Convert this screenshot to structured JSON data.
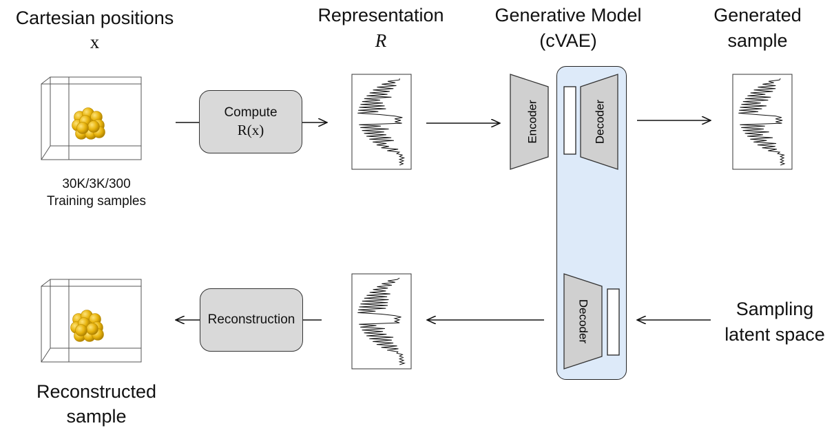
{
  "titles": {
    "cartesian_line1": "Cartesian positions",
    "cartesian_symbol": "x",
    "representation_line1": "Representation",
    "representation_symbol": "R",
    "generative_line1": "Generative Model",
    "generative_line2": "(cVAE)",
    "generated_line1": "Generated",
    "generated_line2": "sample",
    "sampling_line1": "Sampling",
    "sampling_line2": "latent space",
    "reconstructed_line1": "Reconstructed",
    "reconstructed_line2": "sample"
  },
  "training": {
    "line1": "30K/3K/300",
    "line2": "Training samples"
  },
  "compute_box": {
    "label": "Compute",
    "formula": "R(x)"
  },
  "reconstruction_box": {
    "label": "Reconstruction"
  },
  "network": {
    "encoder_label": "Encoder",
    "decoder_label": "Decoder",
    "decoder_bottom_label": "Decoder"
  },
  "colors": {
    "panel_fill": "#ddeaf9",
    "box_fill": "#d9d9d9",
    "trapezoid_fill": "#d0d0d0",
    "atom_fill": "#e8b40e",
    "atom_shade": "#b98a00"
  }
}
